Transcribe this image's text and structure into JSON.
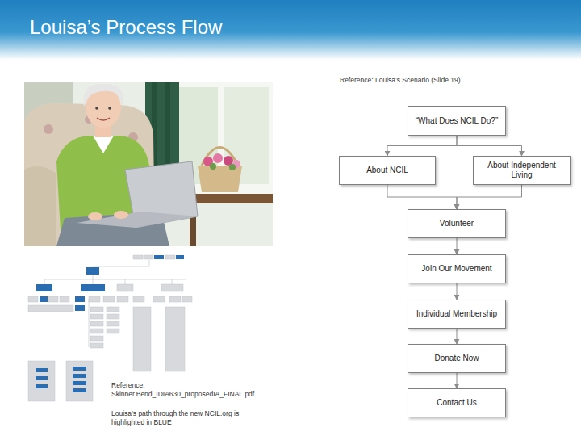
{
  "diagram": {
    "title": "Louisa’s Process Flow",
    "nodes": [
      {
        "text": [
          "“What Does NCIL Do?”"
        ]
      },
      {
        "text": [
          "About NCIL"
        ]
      },
      {
        "text": [
          "About Independent Living"
        ]
      },
      {
        "text": [
          "Volunteer"
        ]
      },
      {
        "text": [
          "Join Our Movement"
        ]
      },
      {
        "text": [
          "Individual Membership"
        ]
      },
      {
        "text": [
          "Donate Now"
        ]
      },
      {
        "text": [
          "Contact Us"
        ]
      }
    ],
    "edges": [
      {
        "from": 0,
        "to": 1,
        "arrow": "to"
      },
      {
        "from": 0,
        "to": 2,
        "arrow": "to"
      },
      {
        "from": 1,
        "to": 3,
        "arrow": "to"
      },
      {
        "from": 2,
        "to": 3,
        "arrow": "to"
      },
      {
        "from": 3,
        "to": 4,
        "arrow": "to"
      },
      {
        "from": 4,
        "to": 5,
        "arrow": "to"
      },
      {
        "from": 5,
        "to": 6,
        "arrow": "to"
      },
      {
        "from": 6,
        "to": 7,
        "arrow": "to"
      }
    ],
    "labels": [
      "Reference: Louisa’s Scenario (Slide 19)",
      "Reference: Skinner.Bend_IDIA630_proposedIA_FINAL.pdf",
      "Louisa’s path through the new NCIL.org is highlighted in BLUE"
    ]
  }
}
